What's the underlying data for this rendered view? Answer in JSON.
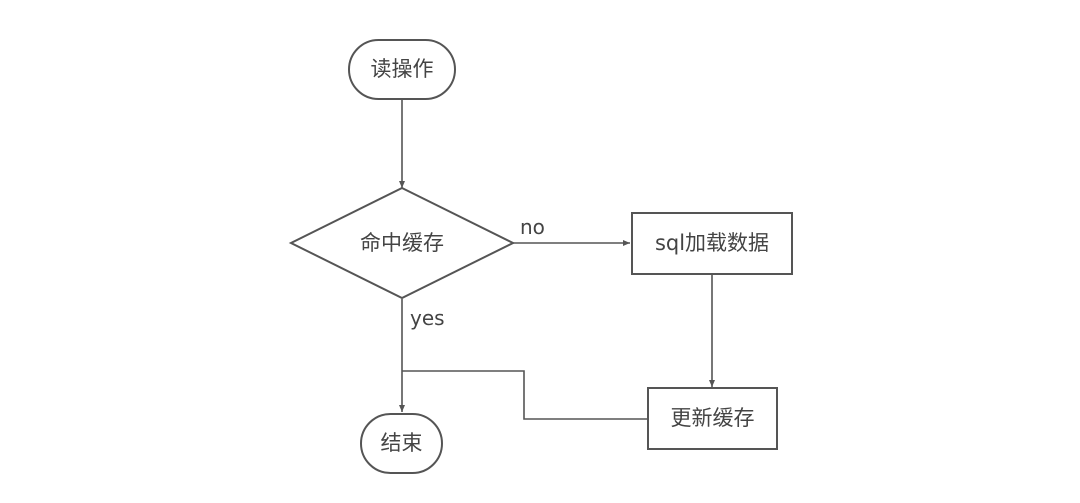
{
  "diagram": {
    "nodes": {
      "read_op": "读操作",
      "cache_hit": "命中缓存",
      "sql_load": "sql加载数据",
      "update_cache": "更新缓存",
      "end": "结束"
    },
    "edges": {
      "no_label": "no",
      "yes_label": "yes"
    }
  }
}
